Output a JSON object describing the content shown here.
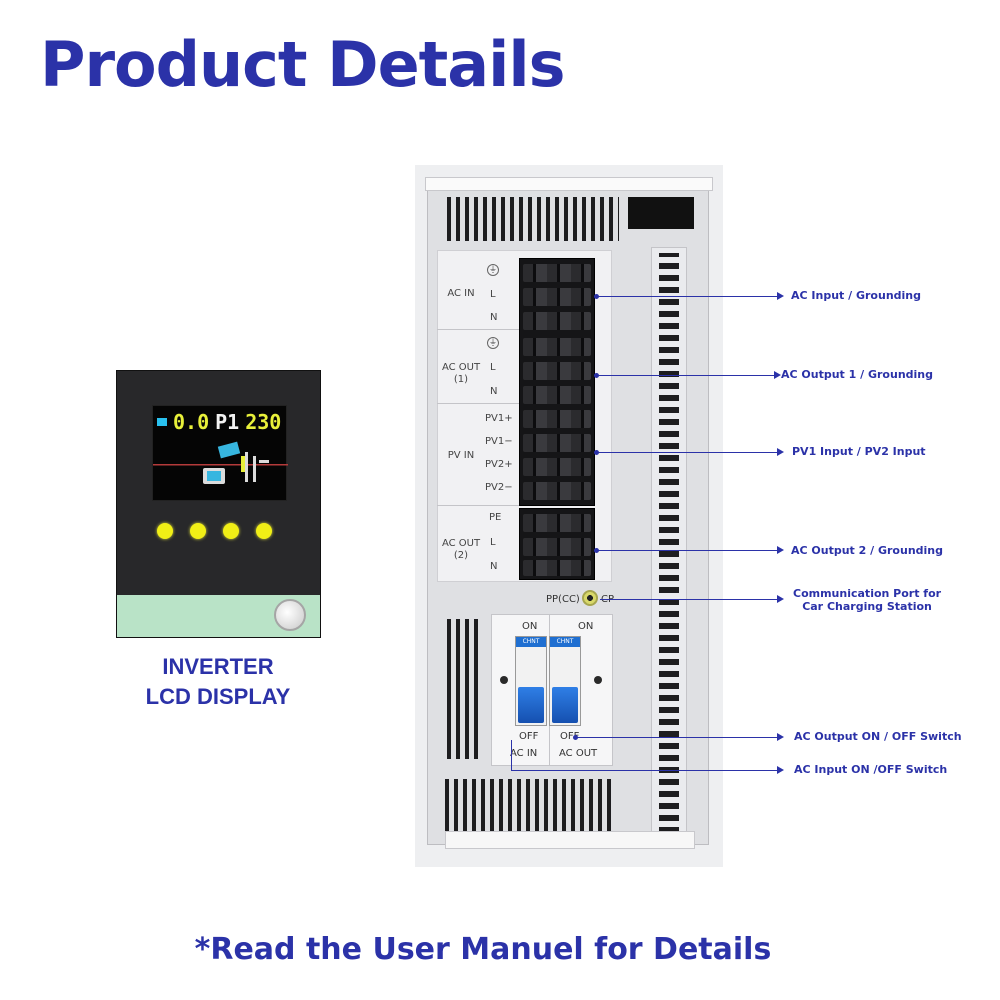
{
  "page": {
    "title": "Product Details",
    "footer": "*Read the User Manuel for Details"
  },
  "lcd": {
    "reading_left": "0.0",
    "mode": "P1",
    "reading_right": "230",
    "caption_line1": "INVERTER",
    "caption_line2": "LCD DISPLAY"
  },
  "terminals": {
    "ac_in": {
      "label": "AC IN",
      "pins": [
        "L",
        "N"
      ]
    },
    "ac_out_1": {
      "label_line1": "AC OUT",
      "label_line2": "(1)",
      "pins": [
        "L",
        "N"
      ]
    },
    "pv_in": {
      "label": "PV IN",
      "pins": [
        "PV1+",
        "PV1−",
        "PV2+",
        "PV2−"
      ]
    },
    "ac_out_2": {
      "label_line1": "AC OUT",
      "label_line2": "(2)",
      "pins": [
        "PE",
        "L",
        "N"
      ]
    },
    "ground_symbol": "⏚"
  },
  "cp_port": {
    "left_label": "PP(CC)",
    "right_label": "CP"
  },
  "breakers": {
    "on_left": "ON",
    "on_right": "ON",
    "off_left": "OFF",
    "off_right": "OFF",
    "name_left": "AC IN",
    "name_right": "AC OUT",
    "brand": "CHNT"
  },
  "annotations": {
    "ac_input": "AC Input / Grounding",
    "ac_output_1": "AC Output 1 / Grounding",
    "pv_input": "PV1 Input / PV2 Input",
    "ac_output_2": "AC Output 2 / Grounding",
    "comm_line1": "Communication Port for",
    "comm_line2": "Car Charging Station",
    "ac_output_switch": "AC Output  ON / OFF Switch",
    "ac_input_switch": "AC Input ON /OFF Switch"
  },
  "colors": {
    "brand_blue": "#2b32a8",
    "lcd_yellow": "#e8f03a",
    "breaker_blue": "#1f6fd1"
  }
}
